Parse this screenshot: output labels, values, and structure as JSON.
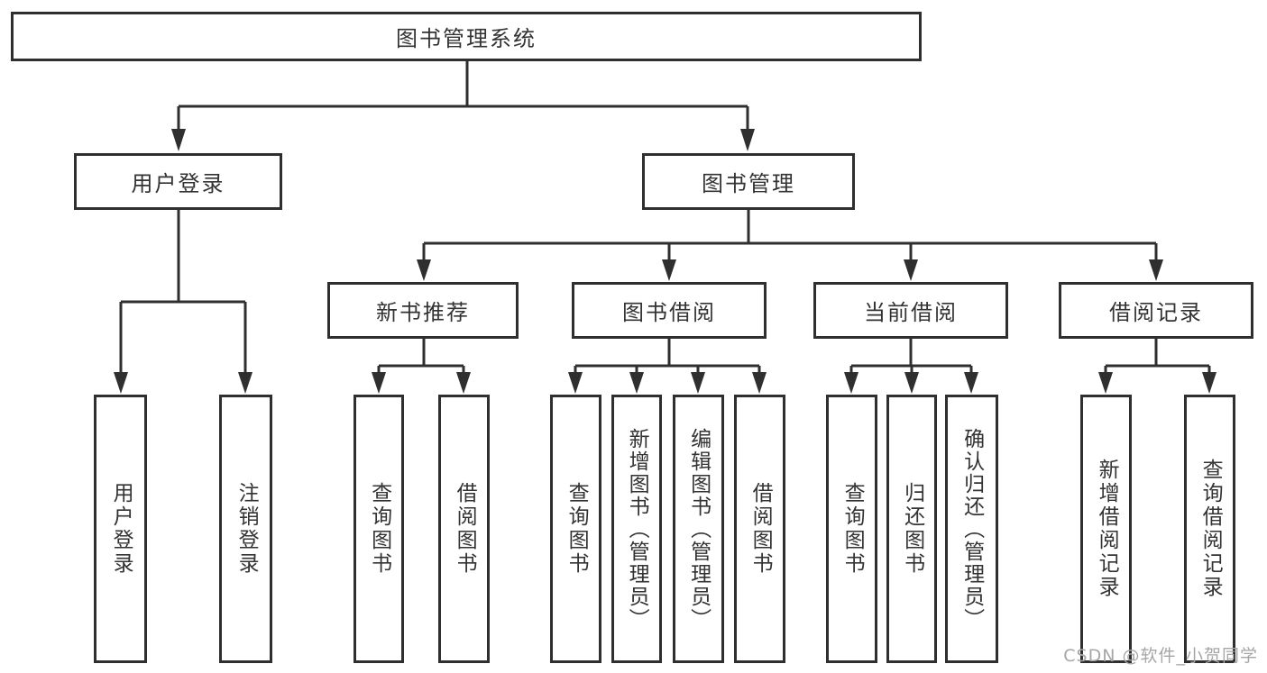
{
  "diagram": {
    "colors": {
      "line": "#2f2f2f",
      "text": "#333333",
      "background": "#ffffff",
      "watermark": "#a6a6a6"
    },
    "nodes": {
      "root": "图书管理系统",
      "user_login": "用户登录",
      "book_mgmt": "图书管理",
      "new_books": "新书推荐",
      "book_borrow": "图书借阅",
      "current_borrow": "当前借阅",
      "borrow_records": "借阅记录"
    },
    "leaves": {
      "user_login": [
        "用户登录",
        "注销登录"
      ],
      "new_books": [
        "查询图书",
        "借阅图书"
      ],
      "book_borrow": [
        "查询图书",
        "新增图书（管理员）",
        "编辑图书（管理员）",
        "借阅图书"
      ],
      "current_borrow": [
        "查询图书",
        "归还图书",
        "确认归还（管理员）"
      ],
      "borrow_records": [
        "新增借阅记录",
        "查询借阅记录"
      ]
    },
    "watermark": "CSDN @软件_小贺同学"
  }
}
